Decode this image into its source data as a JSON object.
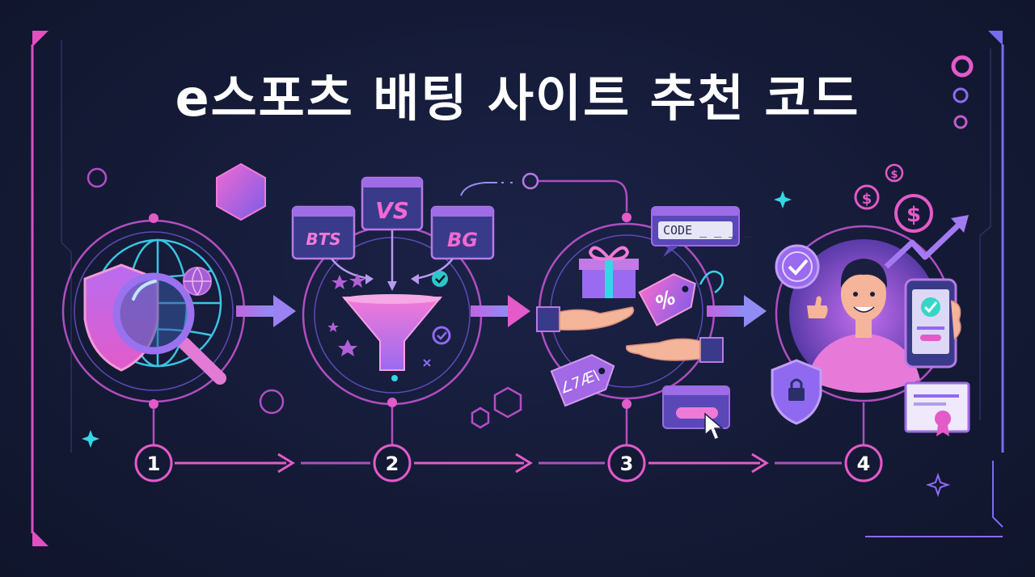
{
  "title": "e스포츠 배팅 사이트 추천 코드",
  "steps": [
    {
      "number": "1"
    },
    {
      "number": "2"
    },
    {
      "number": "3"
    },
    {
      "number": "4"
    }
  ],
  "badges": {
    "bts": "BTS",
    "vs": "VS",
    "bg": "BG"
  },
  "coupon": {
    "code_label": "CODE _ _ _ _",
    "percent": "%",
    "tag_text": "∠7Æ\\"
  },
  "colors": {
    "background": "#141a35",
    "magenta": "#e25bc9",
    "violet": "#8f6af0",
    "cyan": "#35d6e6",
    "frame_left": "#e050c0",
    "frame_right": "#7a6cf2"
  }
}
